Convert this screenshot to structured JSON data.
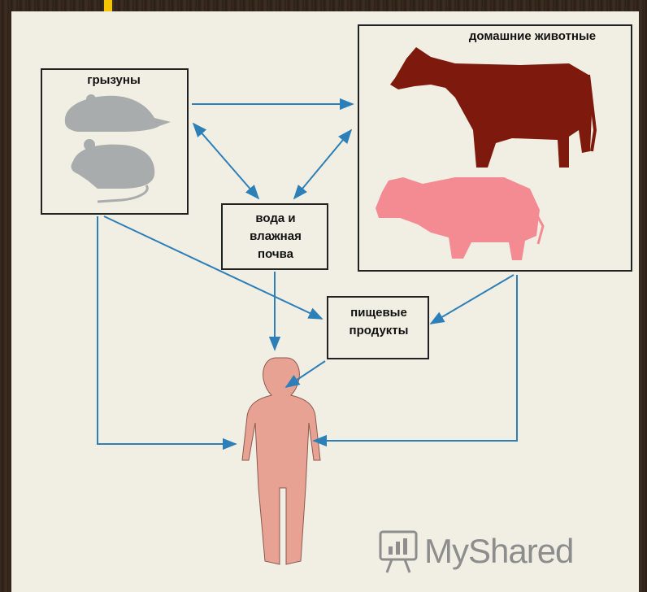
{
  "labels": {
    "rodents": "грызуны",
    "domestic": "домашние животные",
    "water": "вода и влажная почва",
    "food": "пищевые продукты"
  },
  "watermark": {
    "text": "MyShared",
    "icon": "presentation-board-icon"
  },
  "colors": {
    "arrow": "#2d7fb8",
    "rodent": "#a9acad",
    "cow": "#7d1a0d",
    "pig": "#f58b92",
    "human": "#e8a293",
    "panel": "#f1efe3",
    "accent": "#f4c400"
  }
}
